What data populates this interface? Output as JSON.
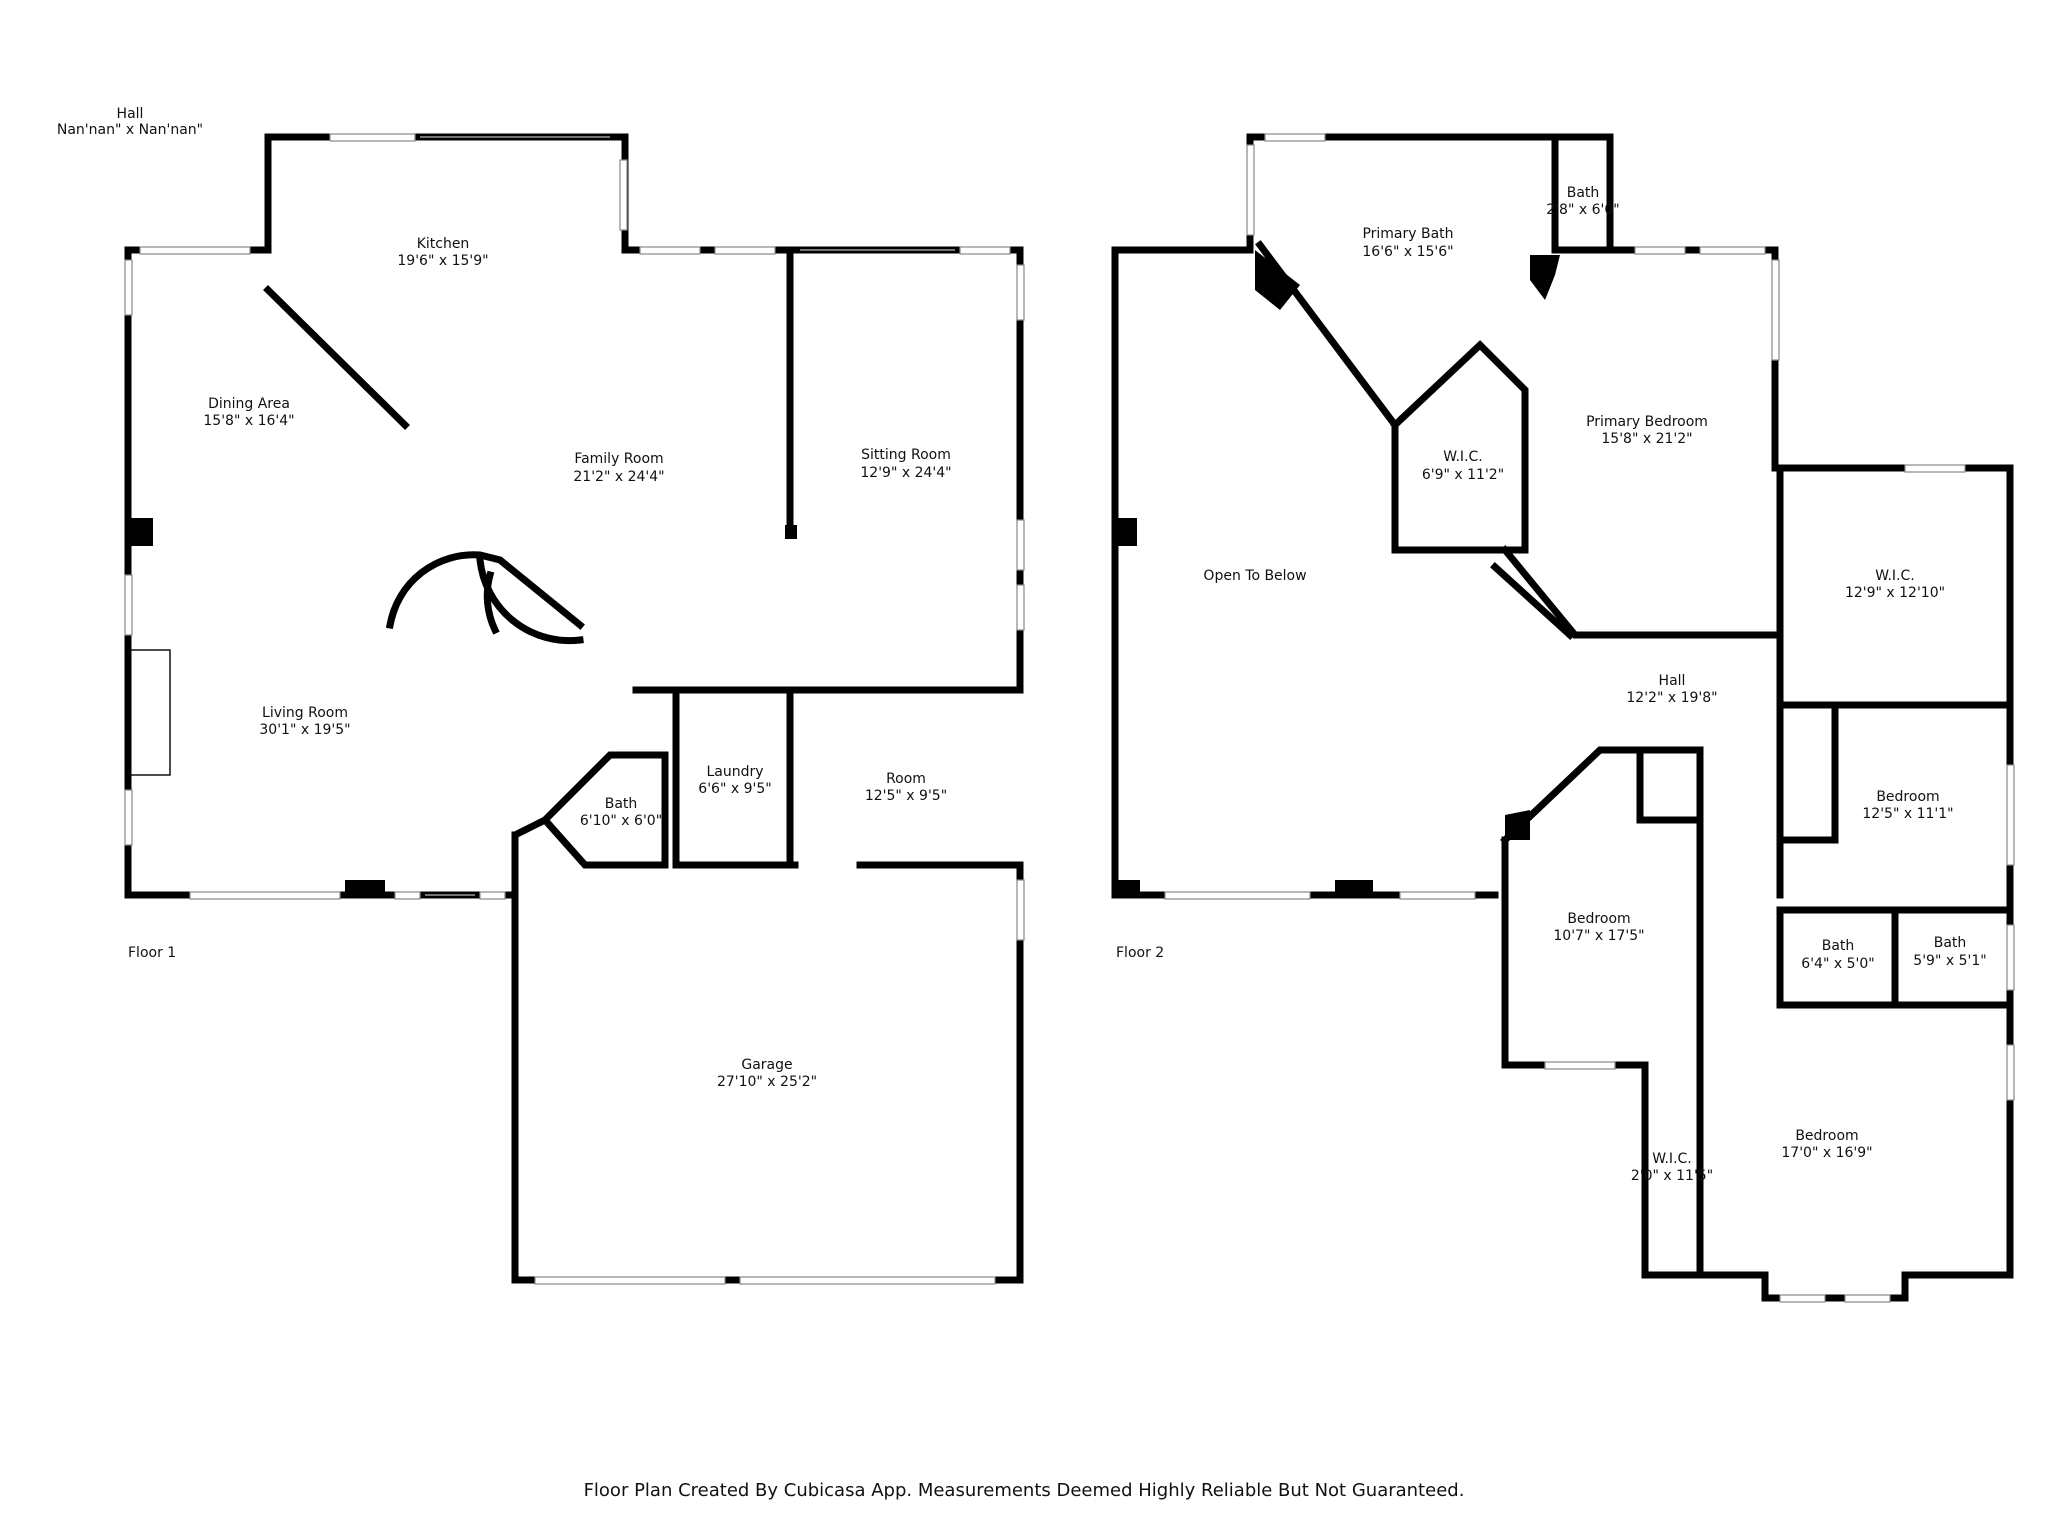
{
  "floors": [
    {
      "label": "Floor 1",
      "rooms": [
        {
          "name": "Hall",
          "dims": "Nan'nan\" x Nan'nan\""
        },
        {
          "name": "Kitchen",
          "dims": "19'6\" x 15'9\""
        },
        {
          "name": "Dining Area",
          "dims": "15'8\" x 16'4\""
        },
        {
          "name": "Family Room",
          "dims": "21'2\" x 24'4\""
        },
        {
          "name": "Sitting Room",
          "dims": "12'9\" x 24'4\""
        },
        {
          "name": "Living Room",
          "dims": "30'1\" x 19'5\""
        },
        {
          "name": "Laundry",
          "dims": "6'6\" x 9'5\""
        },
        {
          "name": "Room",
          "dims": "12'5\" x 9'5\""
        },
        {
          "name": "Bath",
          "dims": "6'10\" x 6'0\""
        },
        {
          "name": "Garage",
          "dims": "27'10\" x 25'2\""
        }
      ]
    },
    {
      "label": "Floor 2",
      "rooms": [
        {
          "name": "Primary Bath",
          "dims": "16'6\" x 15'6\""
        },
        {
          "name": "Bath",
          "dims": "2'8\" x 6'0\""
        },
        {
          "name": "Primary Bedroom",
          "dims": "15'8\" x 21'2\""
        },
        {
          "name": "W.I.C.",
          "dims": "6'9\" x 11'2\""
        },
        {
          "name": "Open To Below",
          "dims": ""
        },
        {
          "name": "W.I.C.",
          "dims": "12'9\" x 12'10\""
        },
        {
          "name": "Hall",
          "dims": "12'2\" x 19'8\""
        },
        {
          "name": "Bedroom",
          "dims": "12'5\" x 11'1\""
        },
        {
          "name": "Bedroom",
          "dims": "10'7\" x 17'5\""
        },
        {
          "name": "Bath",
          "dims": "6'4\" x 5'0\""
        },
        {
          "name": "Bath",
          "dims": "5'9\" x 5'1\""
        },
        {
          "name": "W.I.C.",
          "dims": "2'0\" x 11'5\""
        },
        {
          "name": "Bedroom",
          "dims": "17'0\" x 16'9\""
        }
      ]
    }
  ],
  "footer": {
    "disclaimer": "Floor Plan Created By Cubicasa App. Measurements Deemed Highly Reliable But Not Guaranteed."
  }
}
